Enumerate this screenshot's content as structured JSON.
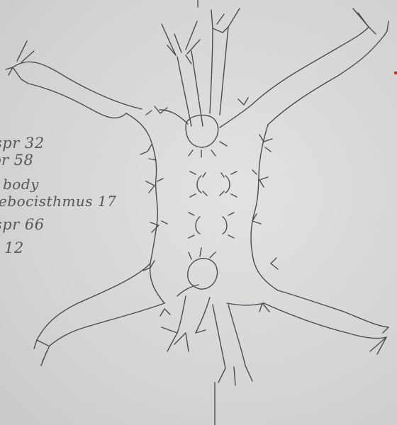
{
  "notes": [
    "spr 32",
    "pr 58",
    "body",
    "ebocisthmus 17",
    "spr 66",
    "12"
  ],
  "colors": {
    "paper": "#d6d6d4",
    "pencil": "#4a4c50",
    "accent_mark": "#c0392b"
  }
}
